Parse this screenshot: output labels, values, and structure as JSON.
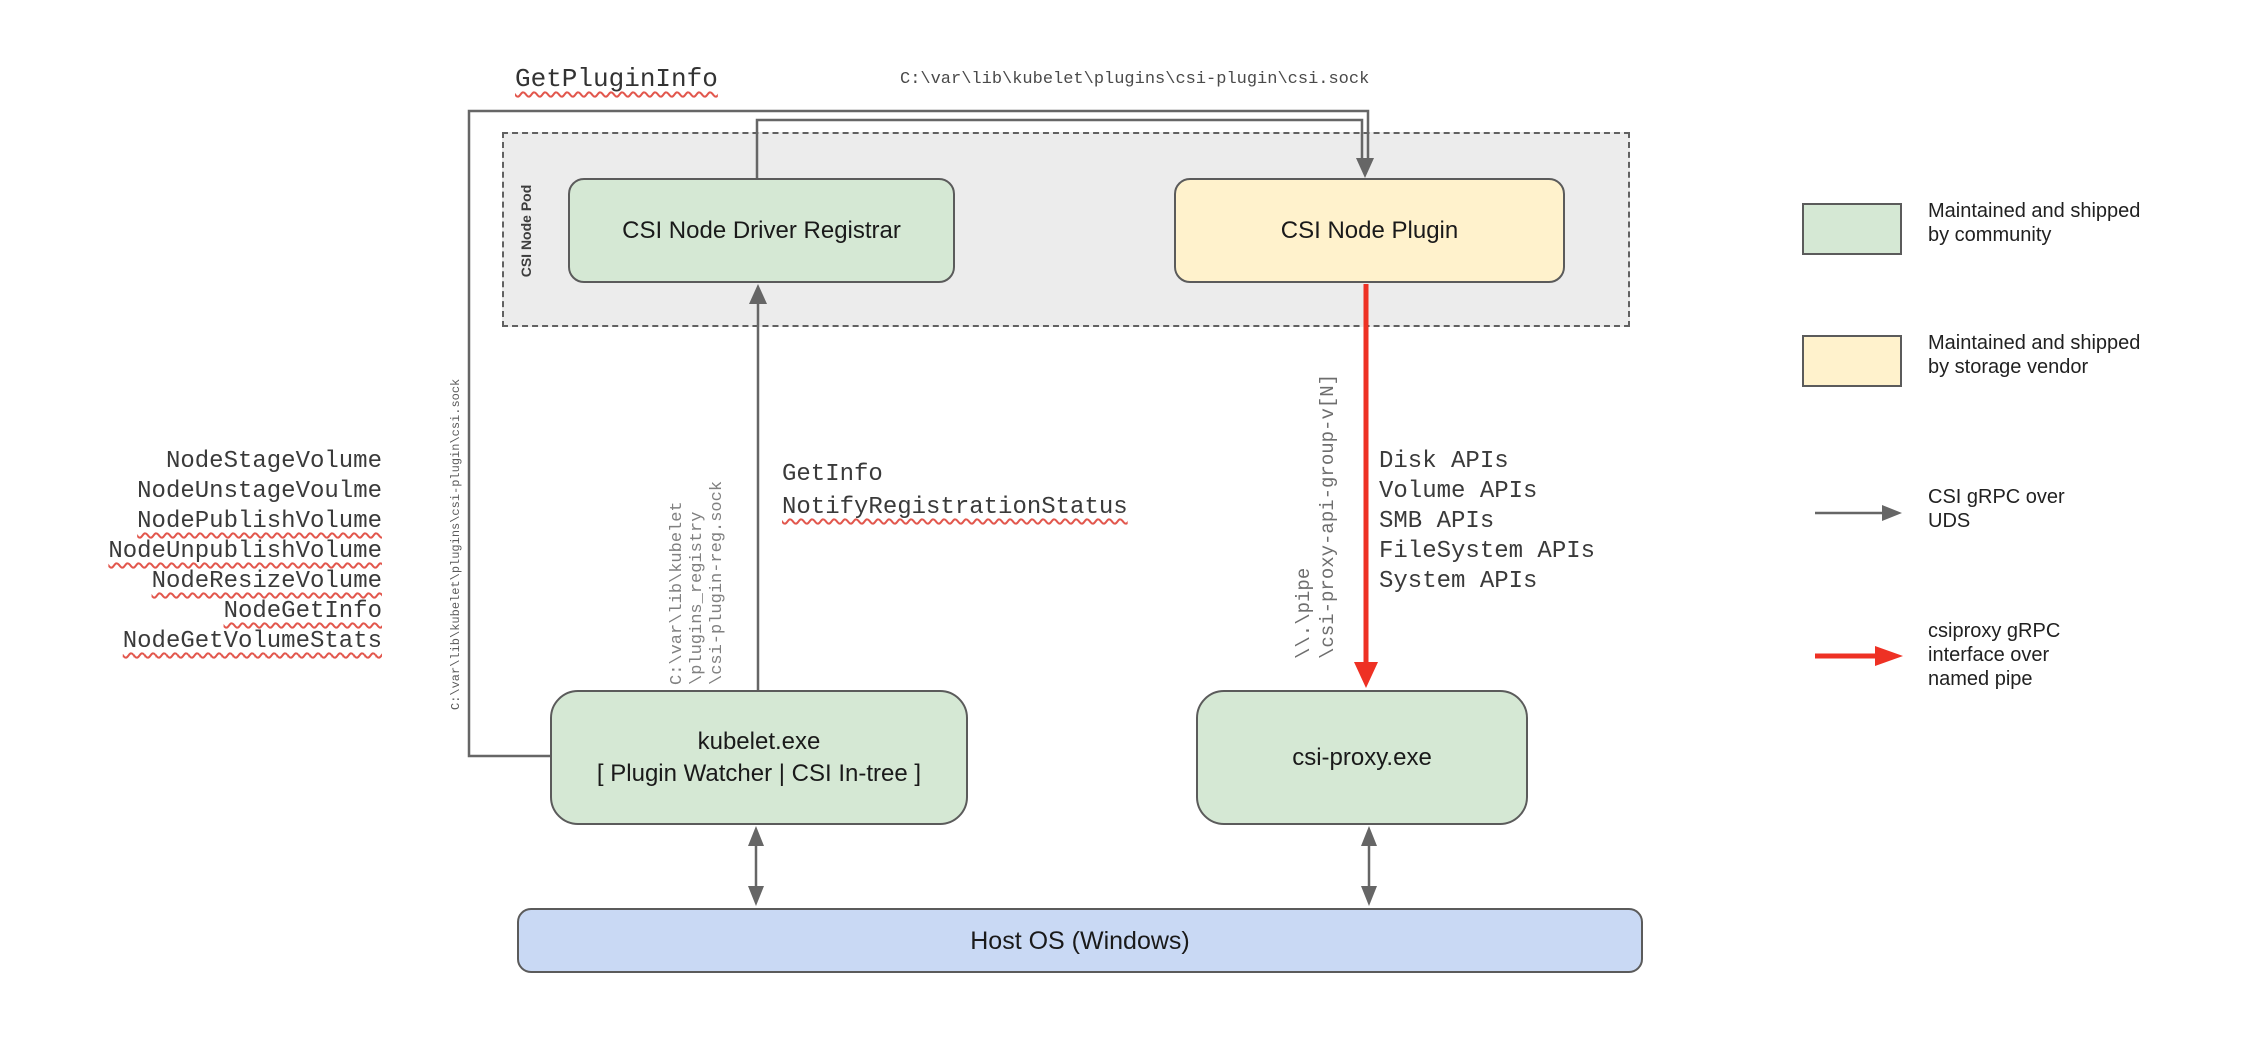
{
  "labels": {
    "get_plugin_info": "GetPluginInfo",
    "csi_sock_path_top": "C:\\var\\lib\\kubelet\\plugins\\csi-plugin\\csi.sock",
    "csi_sock_path_left": "C:\\var\\lib\\kubelet\\plugins\\csi-plugin\\csi.sock",
    "registration_sock_path": "C:\\var\\lib\\kubelet\n\\plugins_registry\n\\csi-plugin-reg.sock",
    "named_pipe_path": "\\\\.\\pipe\n\\csi-proxy-api-group-v[N]",
    "get_info": "GetInfo",
    "notify_registration_status": "NotifyRegistrationStatus"
  },
  "node_calls": [
    {
      "text": "NodeStageVolume",
      "squiggle": false
    },
    {
      "text": "NodeUnstageVoulme",
      "squiggle": false
    },
    {
      "text": "NodePublishVolume",
      "squiggle": true
    },
    {
      "text": "NodeUnpublishVolume",
      "squiggle": true
    },
    {
      "text": "NodeResizeVolume",
      "squiggle": true
    },
    {
      "text": "NodeGetInfo",
      "squiggle": true
    },
    {
      "text": "NodeGetVolumeStats",
      "squiggle": true
    }
  ],
  "api_groups": [
    "Disk APIs",
    "Volume APIs",
    "SMB APIs",
    "FileSystem APIs",
    "System APIs"
  ],
  "boxes": {
    "pod": {
      "label": "CSI Node Pod"
    },
    "registrar": {
      "label": "CSI Node Driver Registrar"
    },
    "plugin": {
      "label": "CSI Node Plugin"
    },
    "kubelet": {
      "label": "kubelet.exe\n[ Plugin Watcher | CSI In-tree ]"
    },
    "csi_proxy": {
      "label": "csi-proxy.exe"
    },
    "host_os": {
      "label": "Host OS (Windows)"
    }
  },
  "legend": {
    "community": {
      "label": "Maintained and shipped\nby community"
    },
    "vendor": {
      "label": "Maintained and shipped\nby storage vendor"
    },
    "uds": {
      "label": "CSI gRPC over\nUDS"
    },
    "pipe": {
      "label": "csiproxy gRPC\ninterface over\nnamed pipe"
    }
  },
  "colors": {
    "community_green": "#d5e8d4",
    "vendor_yellow": "#fff2cc",
    "host_blue": "#c9d9f4",
    "pod_gray": "#ececec",
    "line_gray": "#666666",
    "arrow_red": "#ee3124",
    "squiggle_red": "#e2574d"
  }
}
